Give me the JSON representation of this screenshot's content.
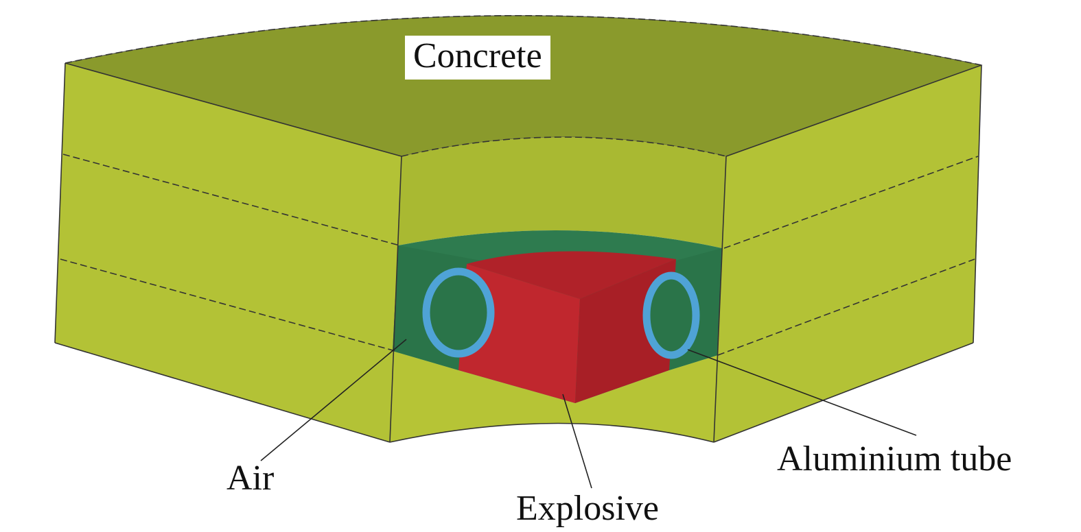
{
  "labels": {
    "concrete": "Concrete",
    "air": "Air",
    "explosive": "Explosive",
    "aluminium_tube": "Aluminium tube"
  },
  "colors": {
    "concrete_top": "#8a9a2c",
    "concrete_side": "#a8b832",
    "concrete_front": "#bcc836",
    "air": "#2e7b4f",
    "air_dark": "#256c43",
    "explosive": "#b8242b",
    "explosive_dark": "#9b1d22",
    "aluminium_tube": "#4fa3d6"
  }
}
